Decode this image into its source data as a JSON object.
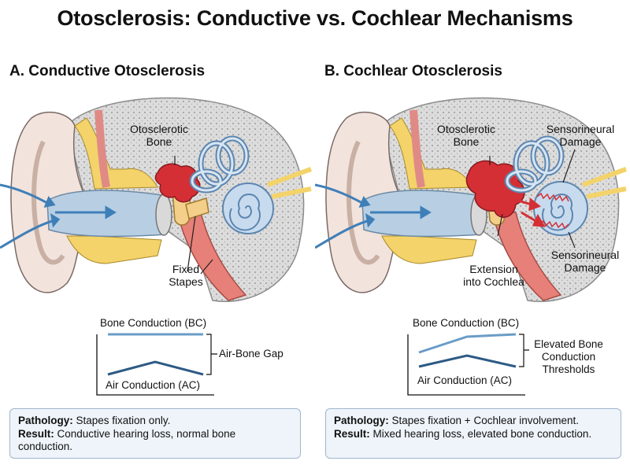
{
  "title": "Otosclerosis: Conductive vs. Cochlear Mechanisms",
  "panel_a": {
    "title": "A. Conductive Otosclerosis",
    "labels": {
      "otosclerotic_bone": [
        "Otosclerotic",
        "Bone"
      ],
      "fixed_stapes": [
        "Fixed",
        "Stapes"
      ]
    },
    "graph": {
      "bc_label": "Bone Conduction (BC)",
      "ac_label": "Air Conduction (AC)",
      "gap_label": "Air-Bone Gap"
    },
    "box": {
      "pathology_label": "Pathology:",
      "pathology_text": " Stapes fixation only.",
      "result_label": "Result:",
      "result_text": " Conductive hearing loss, normal bone conduction."
    }
  },
  "panel_b": {
    "title": "B. Cochlear Otosclerosis",
    "labels": {
      "otosclerotic_bone": [
        "Otosclerotic",
        "Bone"
      ],
      "sensorineural_top": [
        "Sensorineural",
        "Damage"
      ],
      "sensorineural_bottom": [
        "Sensorineural",
        "Damage"
      ],
      "extension": [
        "Extension",
        "into Cochlea"
      ]
    },
    "graph": {
      "bc_label": "Bone Conduction (BC)",
      "ac_label": "Air Conduction (AC)",
      "elevated_label": [
        "Elevated Bone",
        "Conduction",
        "Thresholds"
      ]
    },
    "box": {
      "pathology_label": "Pathology:",
      "pathology_text": " Stapes fixation + Cochlear involvement.",
      "result_label": "Result:",
      "result_text": " Mixed hearing loss, elevated bone conduction."
    }
  },
  "colors": {
    "bone_gray": "#dcdcdc",
    "skin": "#f2e3dc",
    "yellow_tissue": "#f3d36a",
    "red_lesion": "#d42f35",
    "canal_blue": "#b8cfe3",
    "bc_line": "#6a9cc7",
    "ac_line": "#2d5a85",
    "box_bg": "#eef4fa"
  }
}
